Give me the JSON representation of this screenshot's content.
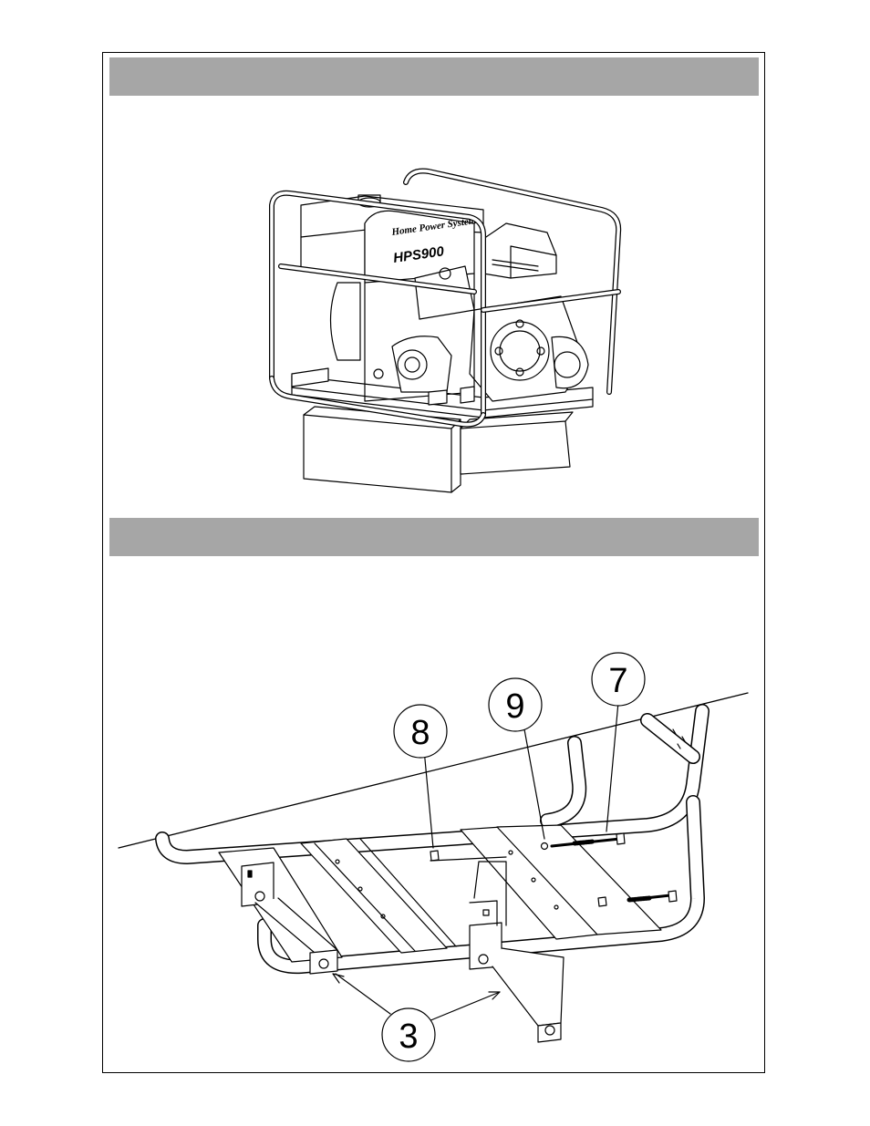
{
  "header_bars": [
    "",
    ""
  ],
  "generator": {
    "brand": "Home Power System",
    "model": "HPS900"
  },
  "callouts": [
    {
      "id": "callout-7",
      "label": "7"
    },
    {
      "id": "callout-9",
      "label": "9"
    },
    {
      "id": "callout-8",
      "label": "8"
    },
    {
      "id": "callout-3",
      "label": "3"
    }
  ],
  "colors": {
    "header_bar": "#a6a6a6",
    "line": "#000000",
    "background": "#ffffff"
  }
}
